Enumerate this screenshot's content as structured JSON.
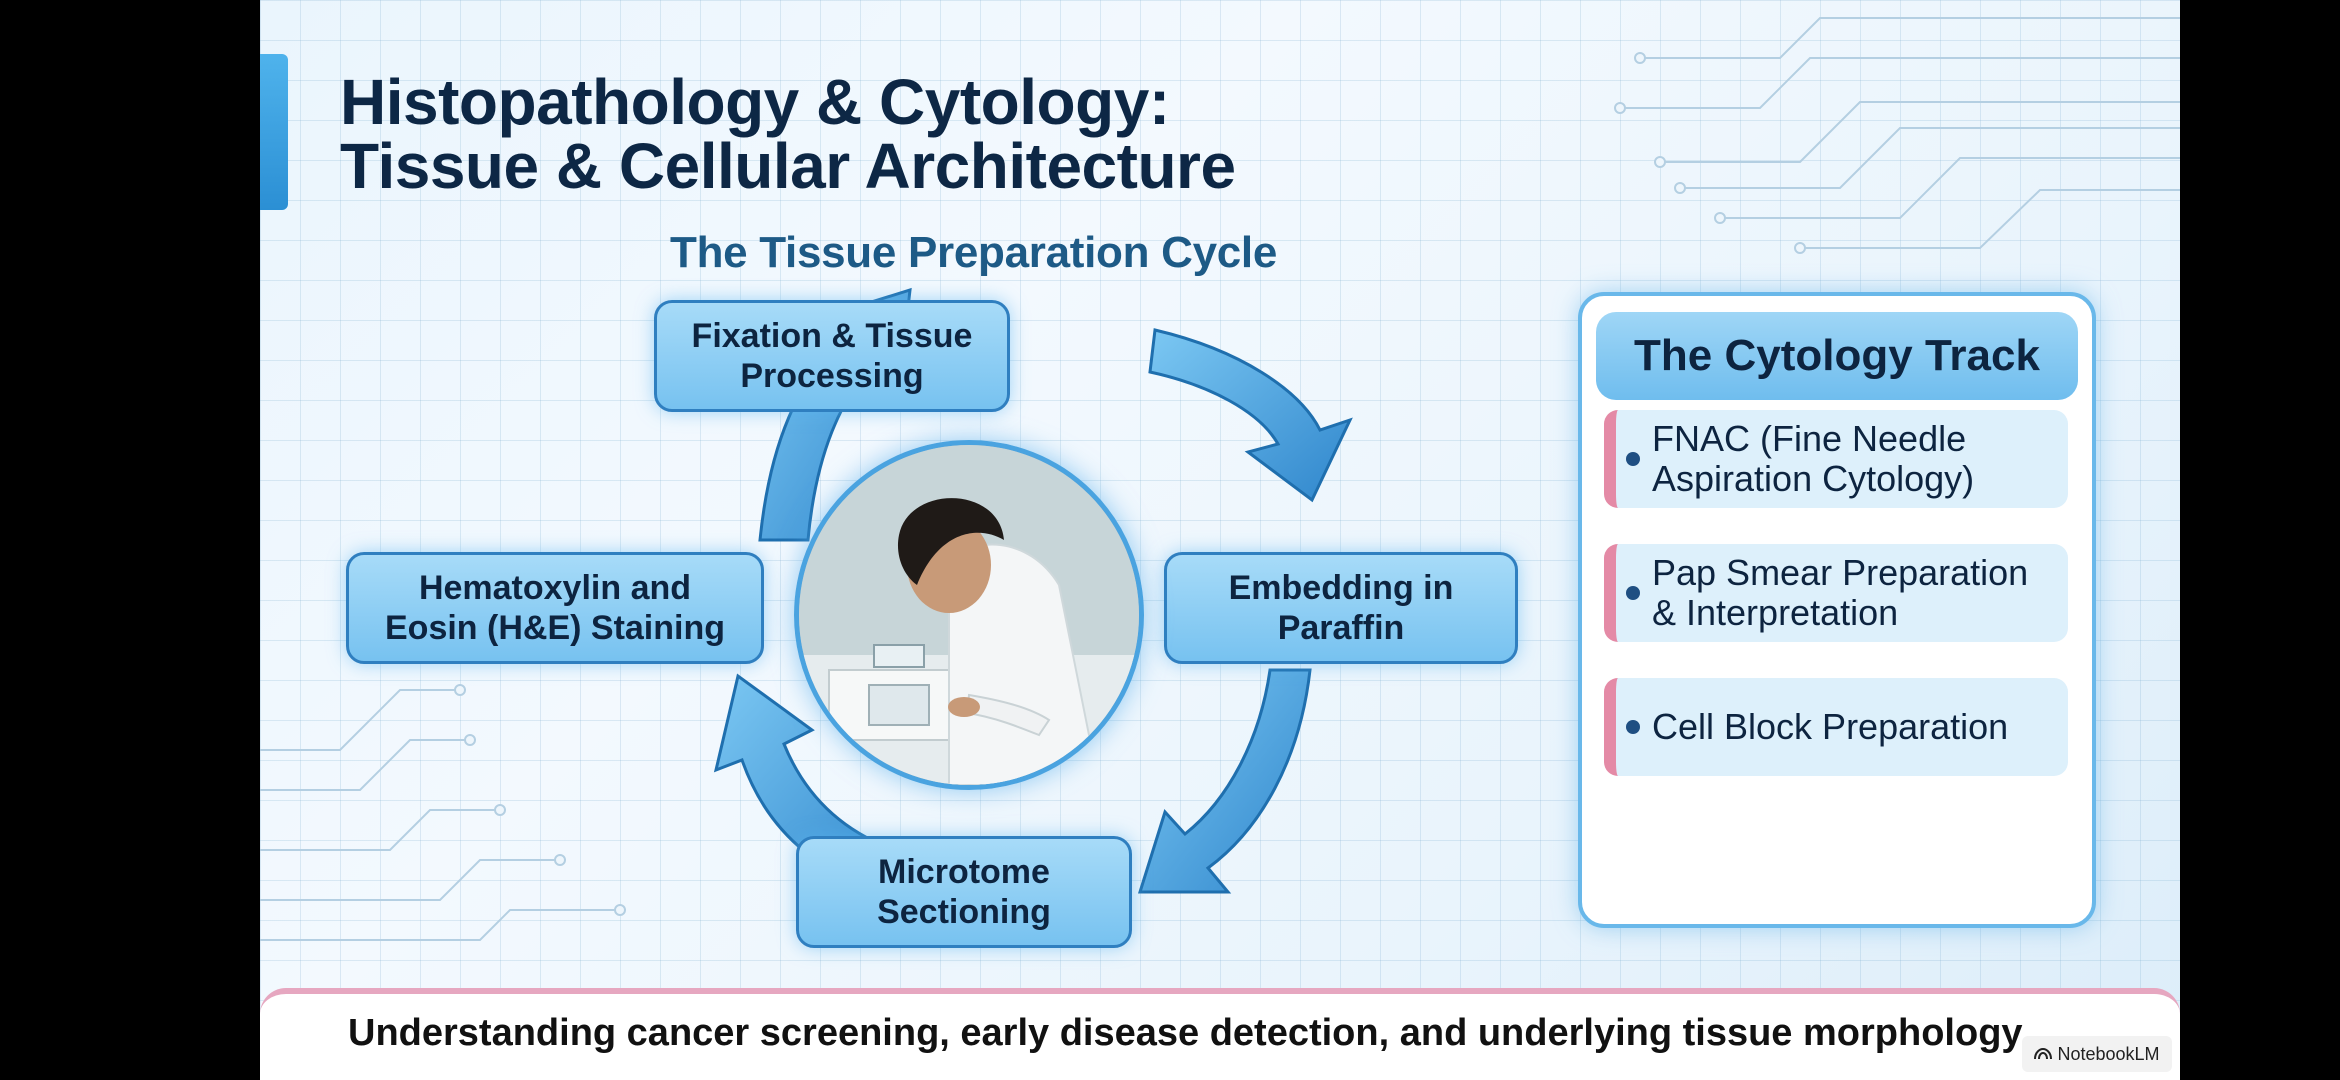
{
  "slide": {
    "title_line1": "Histopathology & Cytology:",
    "title_line2": "Tissue & Cellular Architecture",
    "subtitle": "The Tissue Preparation Cycle"
  },
  "cycle": {
    "steps": [
      {
        "line1": "Fixation & Tissue",
        "line2": "Processing"
      },
      {
        "line1": "Embedding in",
        "line2": "Paraffin"
      },
      {
        "line1": "Microtome",
        "line2": "Sectioning"
      },
      {
        "line1": "Hematoxylin and",
        "line2": "Eosin (H&E) Staining"
      }
    ]
  },
  "cytology": {
    "title": "The Cytology Track",
    "items": [
      {
        "line1": "FNAC (Fine Needle",
        "line2": "Aspiration Cytology)"
      },
      {
        "line1": "Pap Smear Preparation",
        "line2": "& Interpretation"
      },
      {
        "line1": "Cell Block Preparation",
        "line2": ""
      }
    ]
  },
  "footer": {
    "tagline": "Understanding cancer screening, early disease detection, and underlying tissue morphology"
  },
  "watermark": {
    "label": "NotebookLM",
    "icon": "notebooklm-logo-icon"
  },
  "colors": {
    "title": "#0d2745",
    "subtitle": "#1d5a86",
    "node_fill": "#8fd0f5",
    "node_border": "#2f7fc0",
    "arrow": "#3a8ccc",
    "accent_pink": "#e48aa6"
  }
}
